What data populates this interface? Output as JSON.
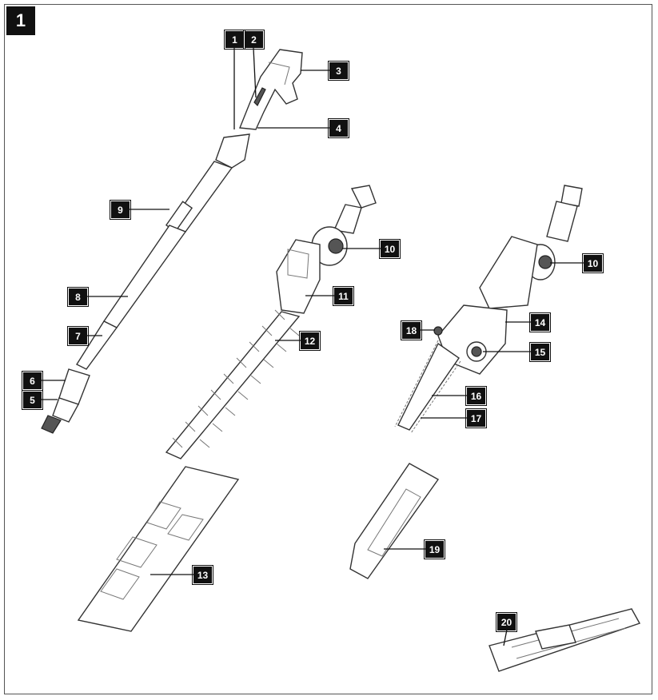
{
  "figure": {
    "number": "1"
  },
  "callouts": {
    "c1": "1",
    "c2": "2",
    "c3": "3",
    "c4": "4",
    "c5": "5",
    "c6": "6",
    "c7": "7",
    "c8": "8",
    "c9": "9",
    "c10a": "10",
    "c10b": "10",
    "c11": "11",
    "c12": "12",
    "c13": "13",
    "c14": "14",
    "c15": "15",
    "c16": "16",
    "c17": "17",
    "c18": "18",
    "c19": "19",
    "c20": "20"
  }
}
